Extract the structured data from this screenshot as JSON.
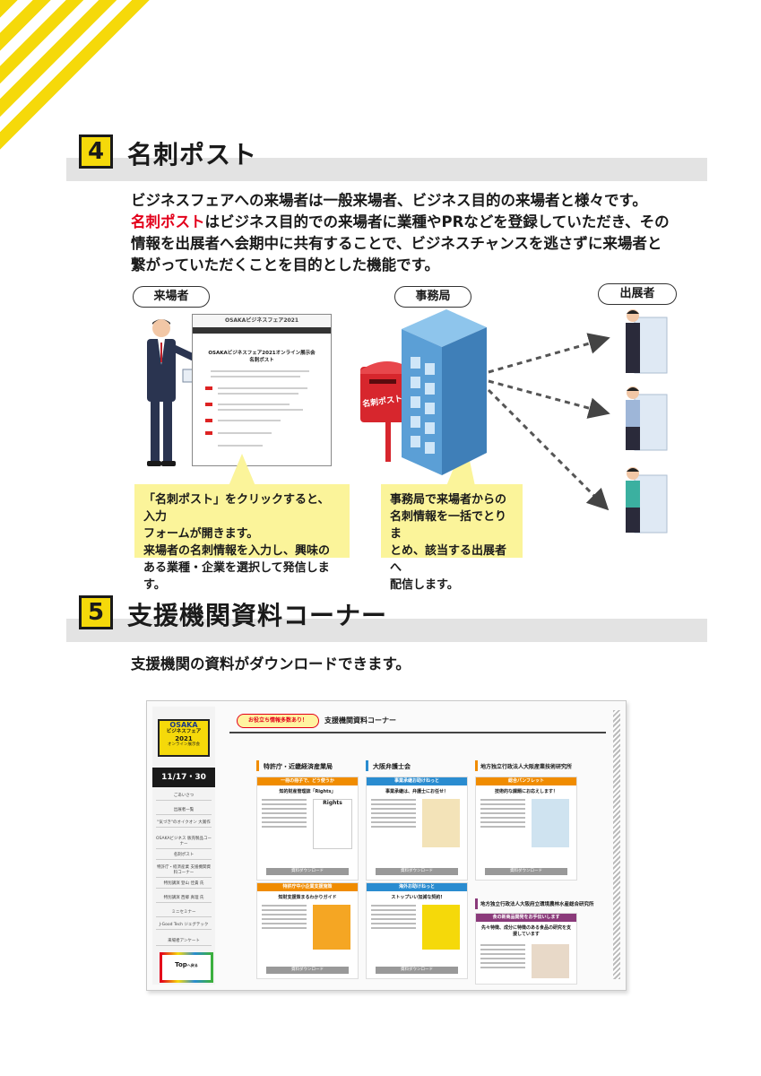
{
  "section4": {
    "number": "4",
    "title": "名刺ポスト",
    "para_line1": "ビジネスフェアへの来場者は一般来場者、ビジネス目的の来場者と様々です。",
    "para_line2_highlight": "名刺ポスト",
    "para_line2_rest": "はビジネス目的での来場者に業種やPRなどを登録していただき、その",
    "para_line3": "情報を出展者へ会期中に共有することで、ビジネスチャンスを逃さずに来場者と",
    "para_line4": "繋がっていただくことを目的とした機能です。",
    "label_visitor": "来場者",
    "label_office": "事務局",
    "label_exhibitor": "出展者",
    "post_label": "名刺ポスト",
    "form": {
      "brand": "OSAKAビジネスフェア2021",
      "title_line1": "OSAKAビジネスフェア2021オンライン展示会",
      "title_line2": "名刺ポスト"
    },
    "callout_left": [
      "「名刺ポスト」をクリックすると、入力",
      "フォームが開きます。",
      "来場者の名刺情報を入力し、興味の",
      "ある業種・企業を選択して発信します。"
    ],
    "callout_right": [
      "事務局で来場者からの",
      "名刺情報を一括でとりま",
      "とめ、該当する出展者へ",
      "配信します。"
    ]
  },
  "section5": {
    "number": "5",
    "title": "支援機関資料コーナー",
    "para": "支援機関の資料がダウンロードできます。",
    "shot": {
      "logo_osaka": "OSAKA",
      "logo_line2": "ビジネスフェア",
      "logo_year": "2021",
      "logo_line4": "オンライン展示会",
      "dates": "11/17・30",
      "tag": "お役立ち情報多数あり！",
      "header": "支援機関資料コーナー",
      "side_items": [
        "ごあいさつ",
        "出展者一覧",
        "\"気づき\"のオイクオン 大賞作",
        "OSAKAビジネス 販売製品コーナー",
        "名刺ポスト",
        "特許庁・経済産業 支援機関資料コーナー",
        "特別講演 登山 佳貴 氏",
        "特別講演 西郷 真理 氏",
        "ミニセミナー",
        "J-Good Tech ジェグテック",
        "来場者アンケート"
      ],
      "top_button": "Top",
      "top_button_sub": "へ戻る",
      "columns": [
        {
          "heading": "特許庁・近畿経済産業局",
          "cards": [
            {
              "band": "一冊の冊子で、どう使うか",
              "sub": "知的財産管理誌「Rights」",
              "image_label": "Rights",
              "button": "資料ダウンロード"
            },
            {
              "band": "特許庁中小企業支援施策",
              "sub": "知財支援策まるわかりガイド",
              "button": "資料ダウンロード"
            }
          ]
        },
        {
          "heading": "大阪弁護士会",
          "cards": [
            {
              "band": "事業承継お助けねっと",
              "sub": "事業承継は、弁護士にお任せ！",
              "button": "資料ダウンロード"
            },
            {
              "band": "海外お助けねっと",
              "sub": "ストップいい加減な契約!",
              "button": "資料ダウンロード"
            }
          ]
        },
        {
          "heading": "地方独立行政法人大阪産業技術研究所",
          "cards": [
            {
              "band": "総合パンフレット",
              "sub": "技術的な課題にお応えします！",
              "button": "資料ダウンロード"
            }
          ]
        },
        {
          "heading": "地方独立行政法人大阪府立環境農林水産総合研究所",
          "cards": [
            {
              "band": "食の新商品開発をお手伝いします",
              "sub": "先々特徴、成分に特徴のある食品の研究を支援しています",
              "button": ""
            }
          ]
        }
      ]
    }
  },
  "colors": {
    "accent_yellow": "#f5d90a",
    "highlight_red": "#e3001b",
    "callout_yellow": "#fbf49a",
    "building_blue": "#5b9fd6",
    "post_red": "#d7262d",
    "orange_band": "#f08c00",
    "blue_band": "#2a8cd0",
    "purple_band": "#8a3a7a"
  }
}
